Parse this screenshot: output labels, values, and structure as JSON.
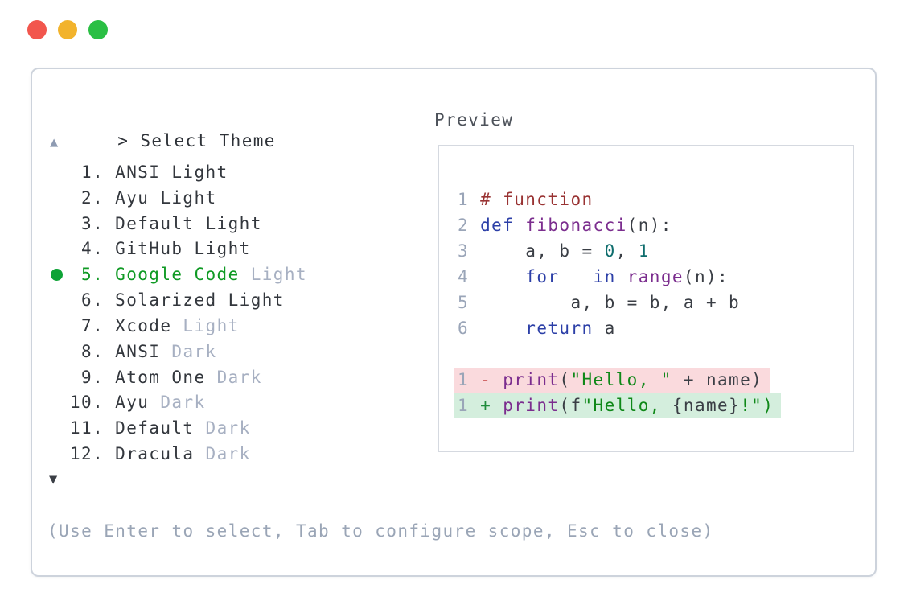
{
  "window": {
    "controls": [
      {
        "name": "close",
        "color": "#f2564d"
      },
      {
        "name": "minimize",
        "color": "#f2b32c"
      },
      {
        "name": "maximize",
        "color": "#2abf44"
      }
    ]
  },
  "picker": {
    "prompt": ">",
    "title": "Select Theme",
    "scroll_up": "▲",
    "scroll_down": "▼",
    "selected_bullet": "●",
    "items": [
      {
        "number": "1.",
        "name": "ANSI Light",
        "suffix": "",
        "selected": false
      },
      {
        "number": "2.",
        "name": "Ayu Light",
        "suffix": "",
        "selected": false
      },
      {
        "number": "3.",
        "name": "Default Light",
        "suffix": "",
        "selected": false
      },
      {
        "number": "4.",
        "name": "GitHub Light",
        "suffix": "",
        "selected": false
      },
      {
        "number": "5.",
        "name": "Google Code",
        "suffix": "Light",
        "selected": true
      },
      {
        "number": "6.",
        "name": "Solarized Light",
        "suffix": "",
        "selected": false
      },
      {
        "number": "7.",
        "name": "Xcode",
        "suffix": "Light",
        "selected": false
      },
      {
        "number": "8.",
        "name": "ANSI",
        "suffix": "Dark",
        "selected": false
      },
      {
        "number": "9.",
        "name": "Atom One",
        "suffix": "Dark",
        "selected": false
      },
      {
        "number": "10.",
        "name": "Ayu",
        "suffix": "Dark",
        "selected": false
      },
      {
        "number": "11.",
        "name": "Default",
        "suffix": "Dark",
        "selected": false
      },
      {
        "number": "12.",
        "name": "Dracula",
        "suffix": "Dark",
        "selected": false
      }
    ],
    "footer_hint": "(Use Enter to select, Tab to configure scope, Esc to close)"
  },
  "preview": {
    "label": "Preview",
    "code_lines": [
      {
        "num": "1",
        "tokens": [
          [
            "# function",
            "comment"
          ]
        ]
      },
      {
        "num": "2",
        "tokens": [
          [
            "def",
            "keyword"
          ],
          [
            " ",
            "plain"
          ],
          [
            "fibonacci",
            "function"
          ],
          [
            "(n):",
            "plain"
          ]
        ]
      },
      {
        "num": "3",
        "tokens": [
          [
            "    a, b = ",
            "plain"
          ],
          [
            "0",
            "number"
          ],
          [
            ", ",
            "plain"
          ],
          [
            "1",
            "number"
          ]
        ]
      },
      {
        "num": "4",
        "tokens": [
          [
            "    ",
            "plain"
          ],
          [
            "for",
            "keyword"
          ],
          [
            " _ ",
            "plain"
          ],
          [
            "in",
            "keyword"
          ],
          [
            " ",
            "plain"
          ],
          [
            "range",
            "function"
          ],
          [
            "(n):",
            "plain"
          ]
        ]
      },
      {
        "num": "5",
        "tokens": [
          [
            "        a, b = b, a + b",
            "plain"
          ]
        ]
      },
      {
        "num": "6",
        "tokens": [
          [
            "    ",
            "plain"
          ],
          [
            "return",
            "keyword"
          ],
          [
            " a",
            "plain"
          ]
        ]
      }
    ],
    "diff_lines": [
      {
        "num": "1",
        "sign": "-",
        "kind": "removed",
        "tokens": [
          [
            "print",
            "function"
          ],
          [
            "(",
            "plain"
          ],
          [
            "\"Hello, \"",
            "string"
          ],
          [
            " + name)",
            "plain"
          ]
        ]
      },
      {
        "num": "1",
        "sign": "+",
        "kind": "added",
        "tokens": [
          [
            "print",
            "function"
          ],
          [
            "(f",
            "plain"
          ],
          [
            "\"Hello, ",
            "string"
          ],
          [
            "{name}",
            "plain"
          ],
          [
            "!\")",
            "string"
          ]
        ]
      }
    ]
  },
  "colors": {
    "accent_selected": "#0f9a24",
    "bullet": "#0ea336",
    "muted_suffix": "#a7b0c2",
    "text": "#33373d",
    "hint": "#9aa5b6",
    "scroll_up": "#8e9bb2",
    "scroll_down": "#3b3f46",
    "panel_border": "#cdd3dc",
    "preview_border": "#d5d9e0",
    "syntax": {
      "comment": "#993333",
      "keyword": "#2c3fa7",
      "function": "#7b2d8e",
      "number": "#0e6d6d",
      "string": "#0f8818",
      "plain": "#3a3e45",
      "linenum": "#9aa5b8"
    },
    "diff": {
      "removed_bg": "#fadadd",
      "added_bg": "#d4eedd",
      "removed_sign": "#c23b3b",
      "added_sign": "#1f8b3b"
    }
  }
}
